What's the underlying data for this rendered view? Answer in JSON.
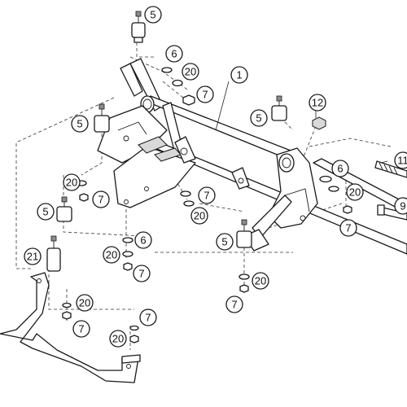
{
  "callouts": {
    "c1": "1",
    "c5a": "5",
    "c6a": "6",
    "c20a": "20",
    "c7a": "7",
    "c5b": "5",
    "c12": "12",
    "c5c": "5",
    "c20b": "20",
    "c7b": "7",
    "c7c": "7",
    "c20c": "20",
    "c6b": "6",
    "c20d": "20",
    "c7d": "7",
    "c6c": "6",
    "c20e": "20",
    "c11": "11",
    "c9": "9",
    "c7e": "7",
    "c5d": "5",
    "c21": "21",
    "c20f": "20",
    "c7f": "7",
    "c5e": "5",
    "c20g": "20",
    "c7g": "7",
    "c7h": "7",
    "c20h": "20"
  }
}
